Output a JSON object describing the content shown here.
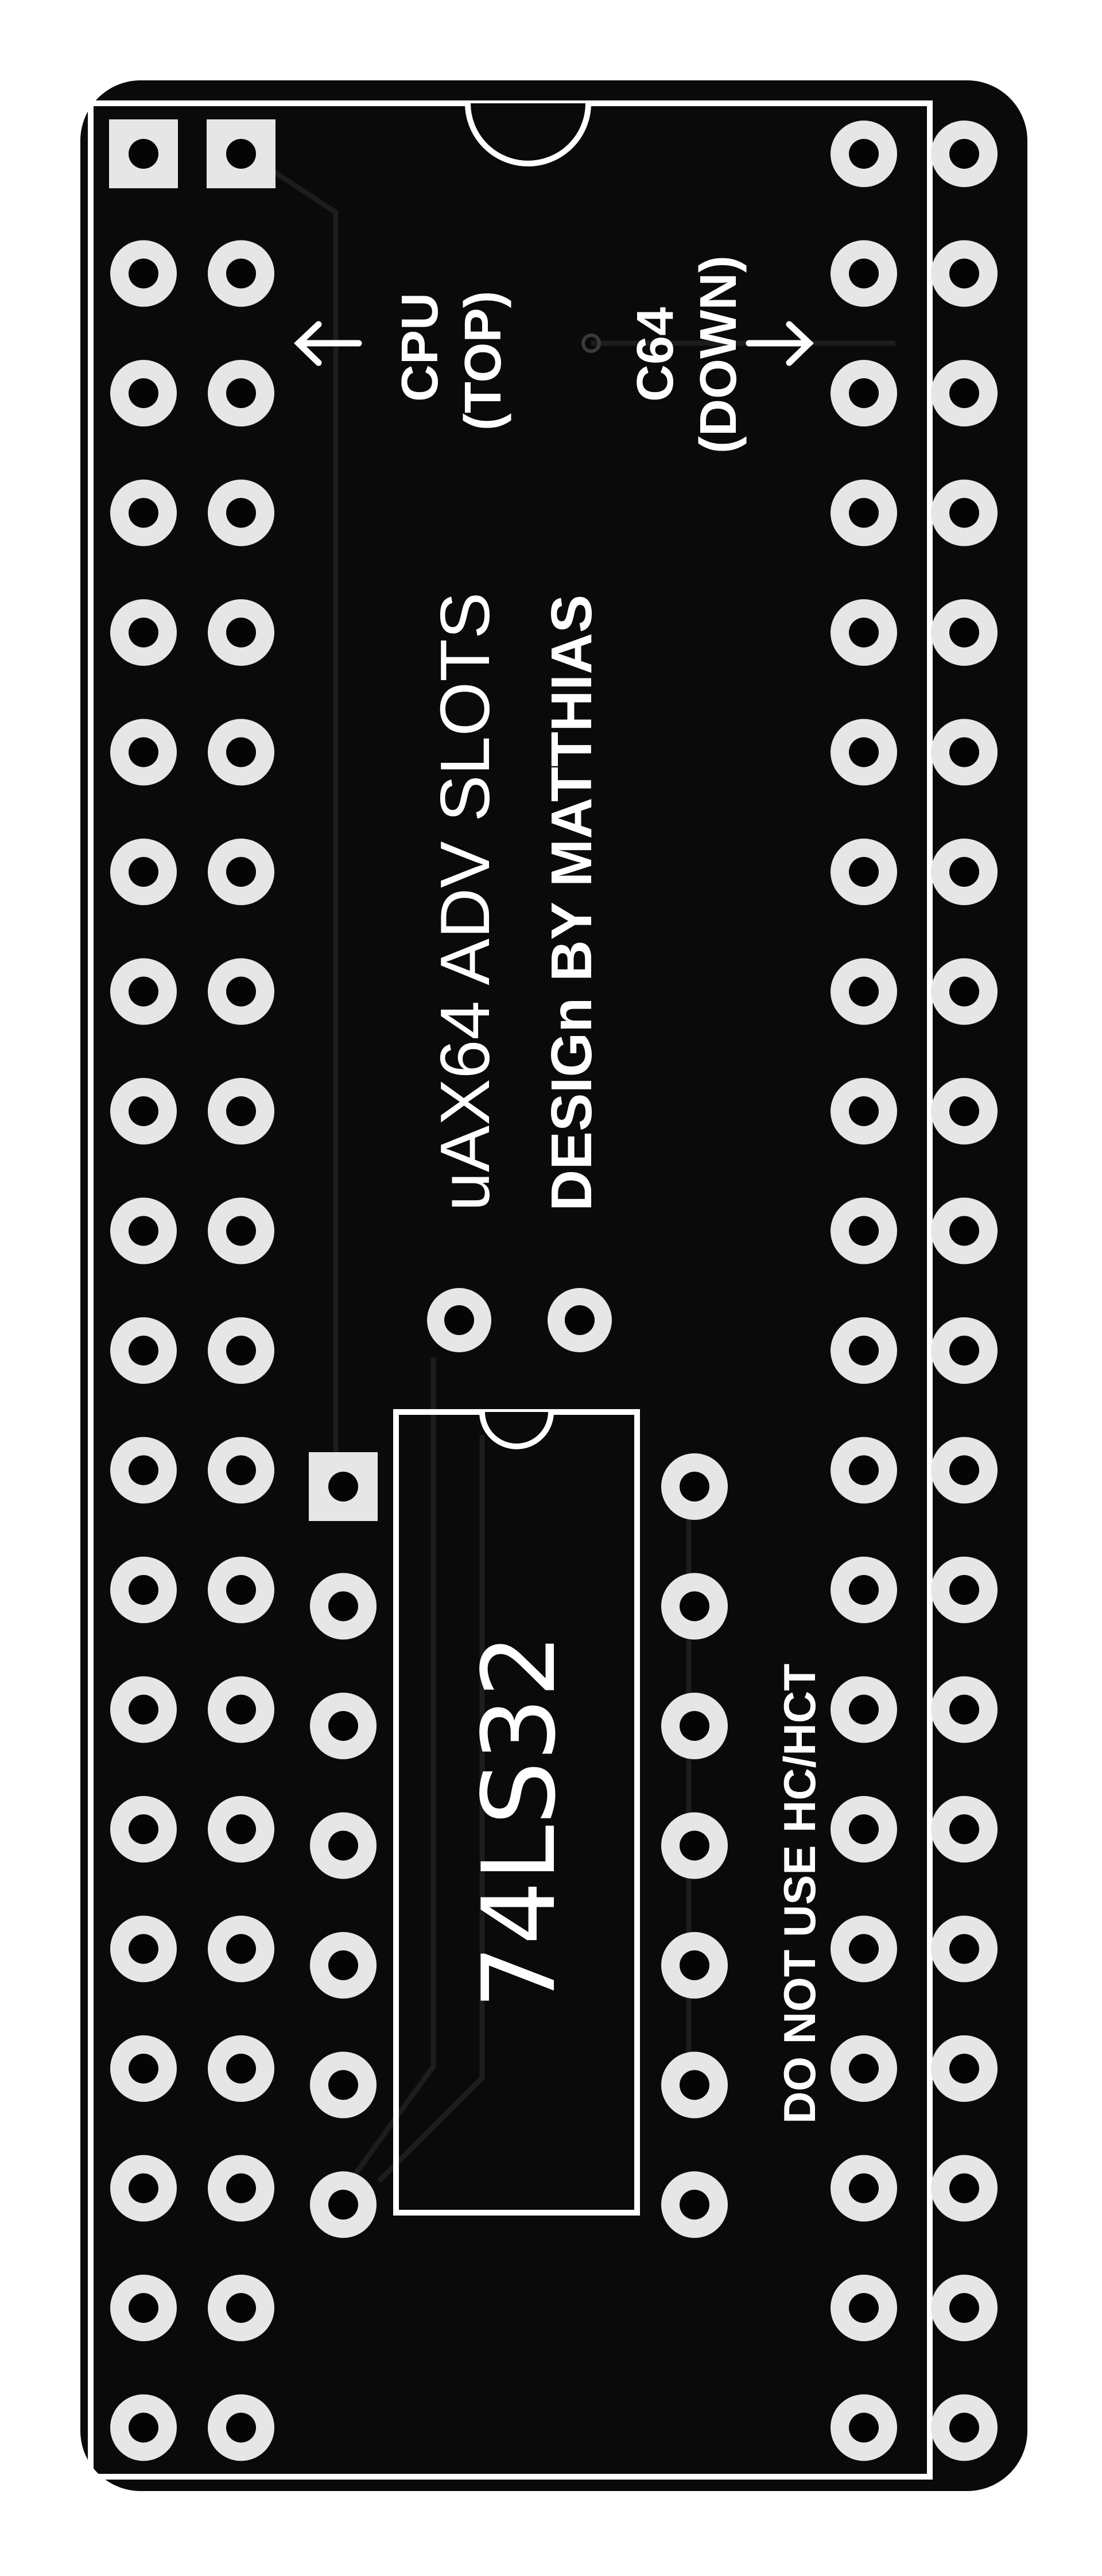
{
  "board": {
    "title": "uAX64 ADV SLOTS",
    "credit": "DESIGn BY MATTHIAS",
    "warning": "DO NOT USE HC/HCT",
    "chip_label": "74LS32",
    "cpu_label_line1": "CPU",
    "cpu_label_line2": "(TOP)",
    "c64_label_line1": "C64",
    "c64_label_line2": "(DOWN)",
    "arrow_glyph": "←",
    "colors": {
      "substrate": "#0a0a0a",
      "copper_pad": "#e6e6e6",
      "silkscreen": "#ffffff",
      "drill": "#050505"
    },
    "icons": {
      "arrow_cpu": "arrow-left-icon",
      "arrow_c64": "arrow-right-icon"
    }
  }
}
